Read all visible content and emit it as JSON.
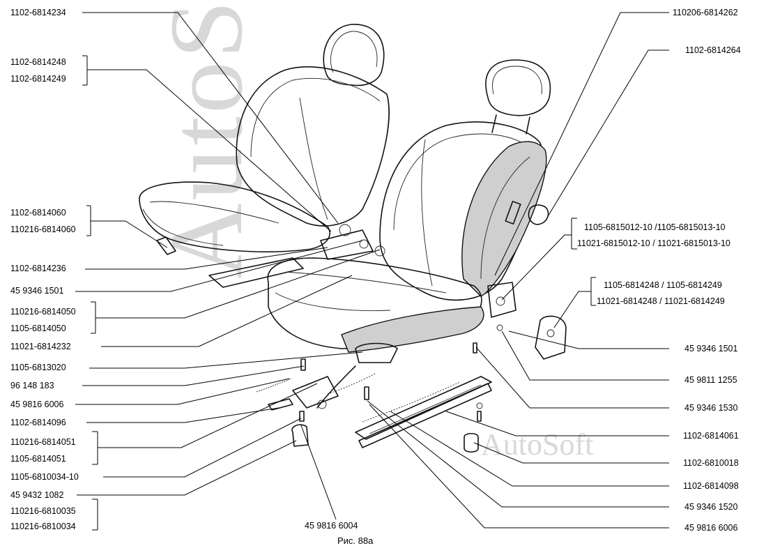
{
  "caption": "Рис. 88а",
  "watermarks": [
    "AutoSoft",
    "AutoSoft"
  ],
  "labels": {
    "l1": "1102-6814234",
    "l2a": "1102-6814248",
    "l2b": "1102-6814249",
    "l3a": "1102-6814060",
    "l3b": "110216-6814060",
    "l4": "1102-6814236",
    "l5": "45 9346 1501",
    "l6a": "110216-6814050",
    "l6b": "1105-6814050",
    "l7": "11021-6814232",
    "l8": "1105-6813020",
    "l9": "96 148 183",
    "l10": "45 9816 6006",
    "l11": "1102-6814096",
    "l12a": "110216-6814051",
    "l12b": "1105-6814051",
    "l13": "1105-6810034-10",
    "l14": "45 9432 1082",
    "l15a": "110216-6810035",
    "l15b": "110216-6810034",
    "l16": "45 9816 6004",
    "r1": "110206-6814262",
    "r2": "1102-6814264",
    "r3a": "1105-6815012-10 /1105-6815013-10",
    "r3b": "11021-6815012-10 / 11021-6815013-10",
    "r4a": "1105-6814248  /  1105-6814249",
    "r4b": "11021-6814248  /  11021-6814249",
    "r5": "45 9346 1501",
    "r6": "45 9811 1255",
    "r7": "45 9346 1530",
    "r8": "1102-6814061",
    "r9": "1102-6810018",
    "r10": "1102-6814098",
    "r11": "45 9346 1520",
    "r12": "45 9816 6006"
  }
}
